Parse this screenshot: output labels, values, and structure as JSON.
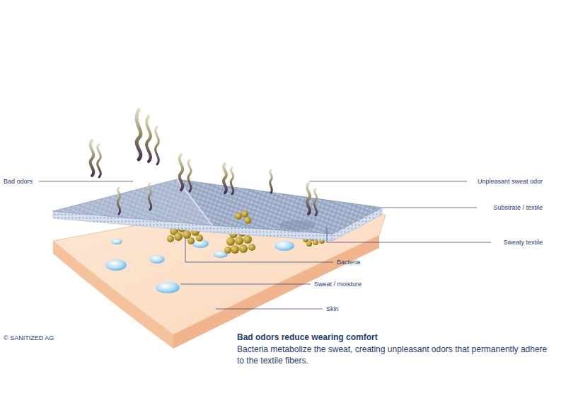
{
  "diagram": {
    "title": "Bad odors reduce wearing comfort",
    "caption": "Bacteria metabolize the sweat, creating unpleasant odors that permanently adhere to the textile fibers.",
    "labels": [
      "Bad odors",
      "Unpleasant sweat odor",
      "Substrate / textile",
      "Sweaty textile",
      "Bacteria",
      "Sweat / moisture",
      "Skin",
      "© SANITIZED AG"
    ]
  }
}
